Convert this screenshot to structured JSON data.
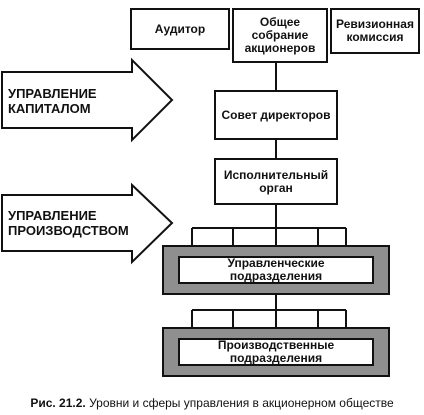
{
  "boxes": {
    "auditor": "Аудитор",
    "general_meeting": "Общее\nсобрание\nакционеров",
    "audit_commission": "Ревизионная\nкомиссия",
    "board": "Совет директоров",
    "executive": "Исполнительный\nорган",
    "management_units": "Управленческие подразделения",
    "production_units": "Производственные подразделения"
  },
  "side_labels": {
    "capital": "УПРАВЛЕНИЕ\nКАПИТАЛОМ",
    "production": "УПРАВЛЕНИЕ\nПРОИЗВОДСТВОМ"
  },
  "caption": {
    "prefix": "Рис. 21.2.",
    "text": "Уровни и сферы управления в акционерном обществе"
  },
  "colors": {
    "line": "#111111",
    "shade": "#8f8f8f",
    "background": "#ffffff"
  }
}
